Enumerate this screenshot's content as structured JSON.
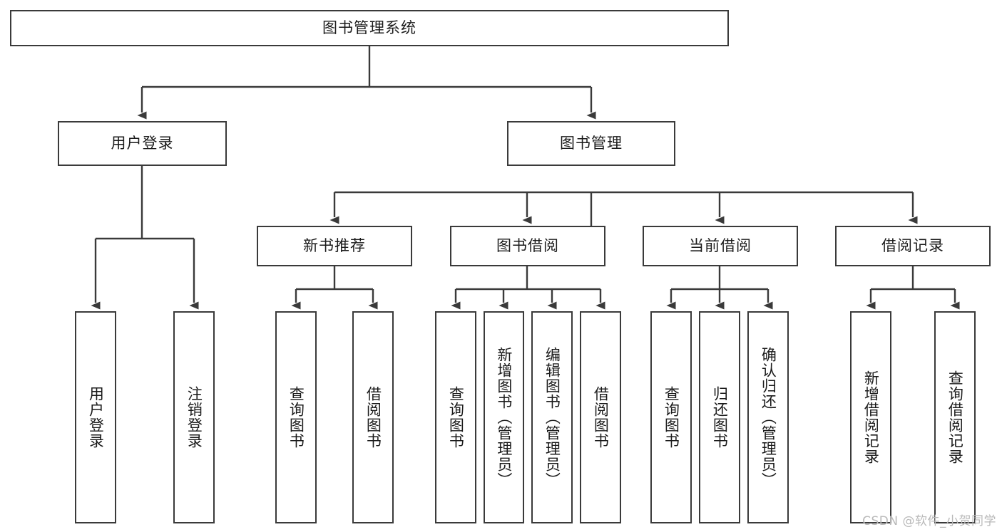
{
  "diagram": {
    "title": "图书管理系统",
    "root": {
      "label": "图书管理系统"
    },
    "level1": [
      {
        "label": "用户登录"
      },
      {
        "label": "图书管理"
      }
    ],
    "level2": [
      {
        "label": "新书推荐"
      },
      {
        "label": "图书借阅"
      },
      {
        "label": "当前借阅"
      },
      {
        "label": "借阅记录"
      }
    ],
    "leaves": {
      "user_login": [
        {
          "label": "用户登录"
        },
        {
          "label": "注销登录"
        }
      ],
      "new_book": [
        {
          "label": "查询图书"
        },
        {
          "label": "借阅图书"
        }
      ],
      "book_borrow": [
        {
          "label": "查询图书"
        },
        {
          "label": "新增图书（管理员）"
        },
        {
          "label": "编辑图书（管理员）"
        },
        {
          "label": "借阅图书"
        }
      ],
      "current_borrow": [
        {
          "label": "查询图书"
        },
        {
          "label": "归还图书"
        },
        {
          "label": "确认归还（管理员）"
        }
      ],
      "borrow_record": [
        {
          "label": "新增借阅记录"
        },
        {
          "label": "查询借阅记录"
        }
      ]
    }
  },
  "watermark": {
    "text": "CSDN @软件_小贺同学"
  },
  "colors": {
    "stroke": "#3a3a3a",
    "text": "#1a1a1a",
    "background": "#ffffff",
    "watermark": "#b9b9b9"
  }
}
